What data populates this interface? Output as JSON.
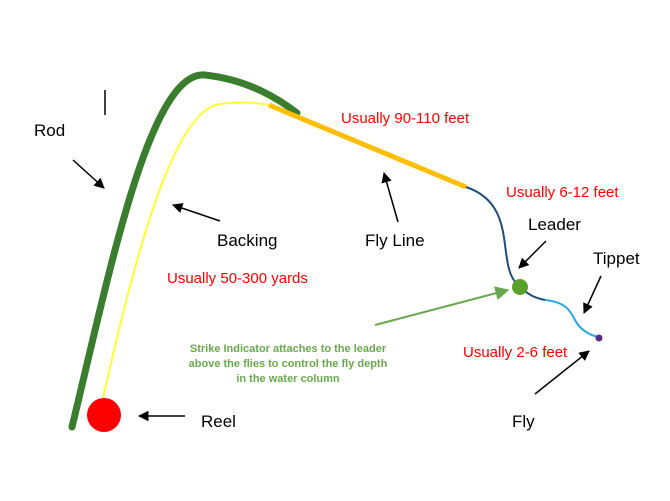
{
  "labels": {
    "rod": "Rod",
    "backing": "Backing",
    "fly_line": "Fly Line",
    "leader": "Leader",
    "tippet": "Tippet",
    "reel": "Reel",
    "fly": "Fly"
  },
  "lengths": {
    "fly_line": "Usually 90-110 feet",
    "leader": "Usually 6-12 feet",
    "backing": "Usually 50-300 yards",
    "tippet": "Usually 2-6 feet"
  },
  "strike_note": {
    "line1": "Strike Indicator attaches to the leader",
    "line2": "above the flies to control the fly depth",
    "line3": "in the water column"
  },
  "colors": {
    "rod": "#3a7d2e",
    "backing": "#ffff33",
    "fly_line": "#ffbf00",
    "leader": "#1f4e79",
    "tippet": "#2aa7e0",
    "strike_indicator": "#5aa02c",
    "reel": "#ff0000",
    "fly": "#5b2a8c",
    "length_text": "#ff0000",
    "note_text": "#6aa84f",
    "arrow": "#000000"
  }
}
